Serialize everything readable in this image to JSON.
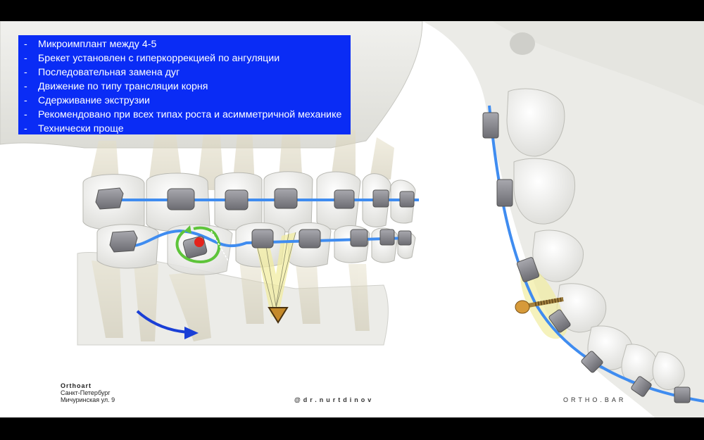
{
  "info_panel": {
    "items": [
      {
        "dash": "-",
        "text": "Микроимплант между 4-5"
      },
      {
        "dash": "-",
        "text": "Брекет установлен с гиперкоррекцией по ангуляции"
      },
      {
        "dash": "-",
        "text": "Последовательная замена дуг"
      },
      {
        "dash": "-",
        "text": "Движение по типу трансляции корня"
      },
      {
        "dash": "-",
        "text": "Сдерживание экструзии"
      },
      {
        "dash": "-",
        "text": "Рекомендовано при всех типах роста и асимметричной механике"
      },
      {
        "dash": "-",
        "text": "Технически проще"
      }
    ]
  },
  "brand": {
    "name": "Orthoart",
    "city": "Санкт-Петербург",
    "address": "Мичуринская ул. 9"
  },
  "watermark_handle": "@dr.nurtdinov",
  "watermark_site": "ORTHO.BAR",
  "colors": {
    "panel_blue": "#0a2cf5",
    "archwire": "#3f8cf0",
    "rotation_arrow": "#5ec43a",
    "implant_dot": "#e5231b",
    "direction_arrow": "#1a3fd6",
    "force_zone": "#f1eca0"
  }
}
